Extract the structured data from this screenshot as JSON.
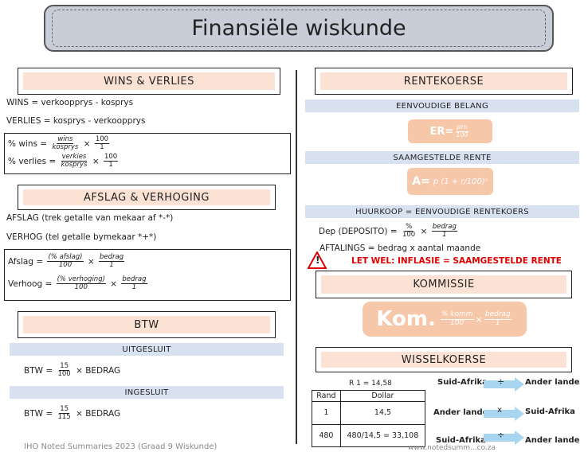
{
  "title": "Finansiële wiskunde",
  "wins_verlies": {
    "heading": "WINS & VERLIES",
    "line1": "WINS = verkoopprys - kosprys",
    "line2": "VERLIES = kosprys - verkoopprys",
    "f1_lhs": "% wins =",
    "f1_num": "wins",
    "f1_den": "kosprys",
    "f1_times": "×",
    "f1_n2": "100",
    "f1_d2": "1",
    "f2_lhs": "% verlies =",
    "f2_num": "verkies",
    "f2_den": "kosprys",
    "f2_times": "×",
    "f2_n2": "100",
    "f2_d2": "1"
  },
  "afslag": {
    "heading": "AFSLAG & VERHOGING",
    "line1": "AFSLAG (trek getalle van mekaar af *-*)",
    "line2": "VERHOG (tel getalle bymekaar *+*)",
    "f1_lhs": "Afslag =",
    "f1_num": "(% afslag)",
    "f1_den": "100",
    "f1_times": "×",
    "f1_n2": "bedrag",
    "f1_d2": "1",
    "f2_lhs": "Verhoog =",
    "f2_num": "(% verhoging)",
    "f2_den": "100",
    "f2_times": "×",
    "f2_n2": "bedrag",
    "f2_d2": "1"
  },
  "btw": {
    "heading": "BTW",
    "bar1": "UITGESLUIT",
    "f1_lhs": "BTW =",
    "f1_num": "15",
    "f1_den": "100",
    "f1_rhs": "× BEDRAG",
    "bar2": "INGESLUIT",
    "f2_lhs": "BTW =",
    "f2_num": "15",
    "f2_den": "115",
    "f2_rhs": "× BEDRAG"
  },
  "rente": {
    "heading": "RENTEKOERSE",
    "bar1": "EENVOUDIGE BELANG",
    "pill1_lhs": "ER=",
    "pill1_num": "prn",
    "pill1_den": "100",
    "bar2": "SAAMGESTELDE RENTE",
    "pill2_lhs": "A=",
    "pill2_expr": "p (1 + r/100)ⁿ",
    "bar3": "HUURKOOP = EENVOUDIGE RENTEKOERS",
    "dep_lhs": "Dep (DEPOSITO) =",
    "dep_num": "%",
    "dep_den": "100",
    "dep_times": "×",
    "dep_n2": "bedrag",
    "dep_d2": "1",
    "aftalings": "AFTALINGS = bedrag x aantal maande",
    "warning": "LET WEL: INFLASIE = SAAMGESTELDE RENTE",
    "warning_mark": "!"
  },
  "kommissie": {
    "heading": "KOMMISSIE",
    "lhs": "Kom.",
    "num": "% komm",
    "den": "100",
    "times": "×",
    "n2": "bedrag",
    "d2": "1"
  },
  "wissel": {
    "heading": "WISSELKOERSE",
    "rate": "R 1 = 14,58",
    "col1": "Rand",
    "col2": "Dollar",
    "rows": [
      {
        "a": "1",
        "b": "14,5"
      },
      {
        "a": "480",
        "b": "480/14,5 = 33,108"
      }
    ],
    "r1_from": "Suid-Afrika",
    "r1_op": "÷",
    "r1_to": "Ander lande",
    "r2_from": "Ander lande",
    "r2_op": "x",
    "r2_to": "Suid-Afrika",
    "r3_from": "Suid-Afrika",
    "r3_op": "÷",
    "r3_to": "Ander lande"
  },
  "footer": {
    "left": "IHO Noted Summaries 2023 (Graad 9 Wiskunde)",
    "right": "www.notedsumm...co.za"
  }
}
